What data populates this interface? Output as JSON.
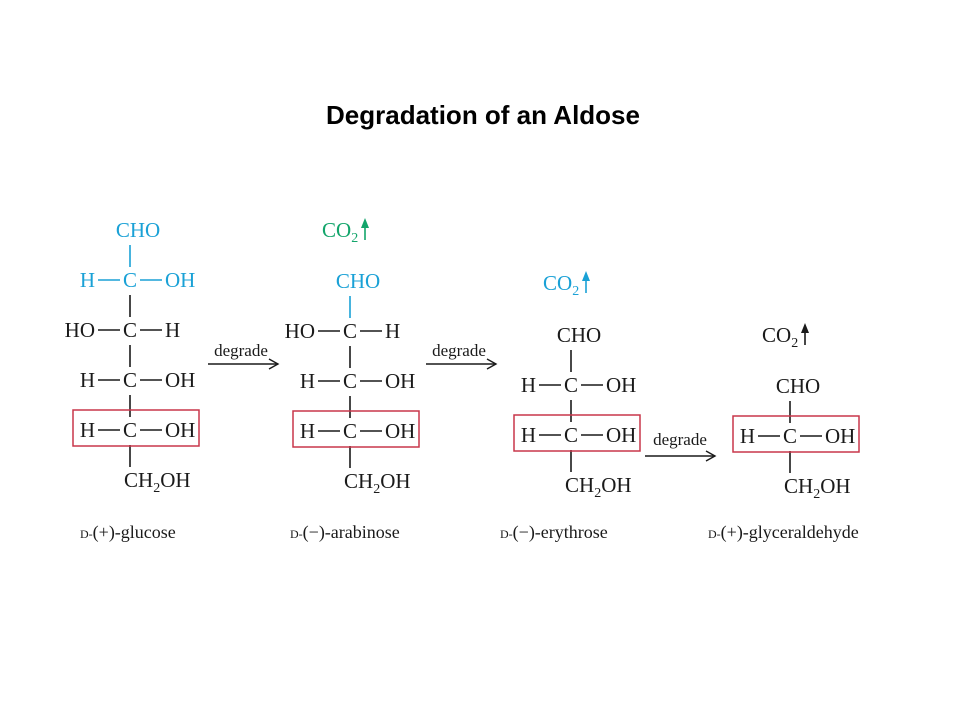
{
  "title": "Degradation of an Aldose",
  "colors": {
    "blue": "#1aa1d6",
    "green": "#13a56b",
    "box": "#c8374a",
    "black": "#1a1a1a"
  },
  "arrow_label": "degrade",
  "molecules": [
    {
      "name": "D-(+)-glucose",
      "label": {
        "prefix": "D-",
        "rest": "(+)-glucose"
      },
      "co2": null,
      "top": {
        "text": "CHO",
        "color": "blue"
      },
      "rows": [
        {
          "left": "H",
          "right": "OH",
          "color": "blue"
        },
        {
          "left": "HO",
          "right": "H",
          "color": "black"
        },
        {
          "left": "H",
          "right": "OH",
          "color": "black"
        },
        {
          "left": "H",
          "right": "OH",
          "color": "black",
          "boxed": true
        }
      ],
      "bottom": {
        "main": "CH",
        "sub": "2",
        "end": "OH"
      }
    },
    {
      "name": "D-(−)-arabinose",
      "label": {
        "prefix": "D-",
        "rest": "(−)-arabinose"
      },
      "co2": {
        "main": "CO",
        "sub": "2",
        "color": "green"
      },
      "top": {
        "text": "CHO",
        "color": "blue"
      },
      "rows": [
        {
          "left": "HO",
          "right": "H",
          "color": "black"
        },
        {
          "left": "H",
          "right": "OH",
          "color": "black"
        },
        {
          "left": "H",
          "right": "OH",
          "color": "black",
          "boxed": true
        }
      ],
      "bottom": {
        "main": "CH",
        "sub": "2",
        "end": "OH"
      }
    },
    {
      "name": "D-(−)-erythrose",
      "label": {
        "prefix": "D-",
        "rest": "(−)-erythrose"
      },
      "co2": {
        "main": "CO",
        "sub": "2",
        "color": "blue"
      },
      "top": {
        "text": "CHO",
        "color": "black"
      },
      "rows": [
        {
          "left": "H",
          "right": "OH",
          "color": "black"
        },
        {
          "left": "H",
          "right": "OH",
          "color": "black",
          "boxed": true
        }
      ],
      "bottom": {
        "main": "CH",
        "sub": "2",
        "end": "OH"
      }
    },
    {
      "name": "D-(+)-glyceraldehyde",
      "label": {
        "prefix": "D-",
        "rest": "(+)-glyceraldehyde"
      },
      "co2": {
        "main": "CO",
        "sub": "2",
        "color": "black"
      },
      "top": {
        "text": "CHO",
        "color": "black"
      },
      "rows": [
        {
          "left": "H",
          "right": "OH",
          "color": "black",
          "boxed": true
        }
      ],
      "bottom": {
        "main": "CH",
        "sub": "2",
        "end": "OH"
      }
    }
  ]
}
